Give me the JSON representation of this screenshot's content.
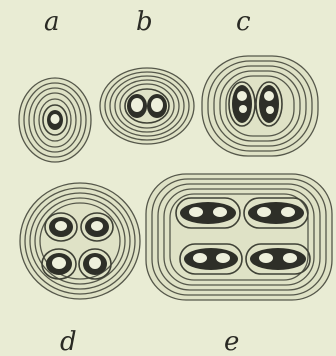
{
  "figure": {
    "labels": {
      "a": "a",
      "b": "b",
      "c": "c",
      "d": "d",
      "e": "e"
    }
  }
}
